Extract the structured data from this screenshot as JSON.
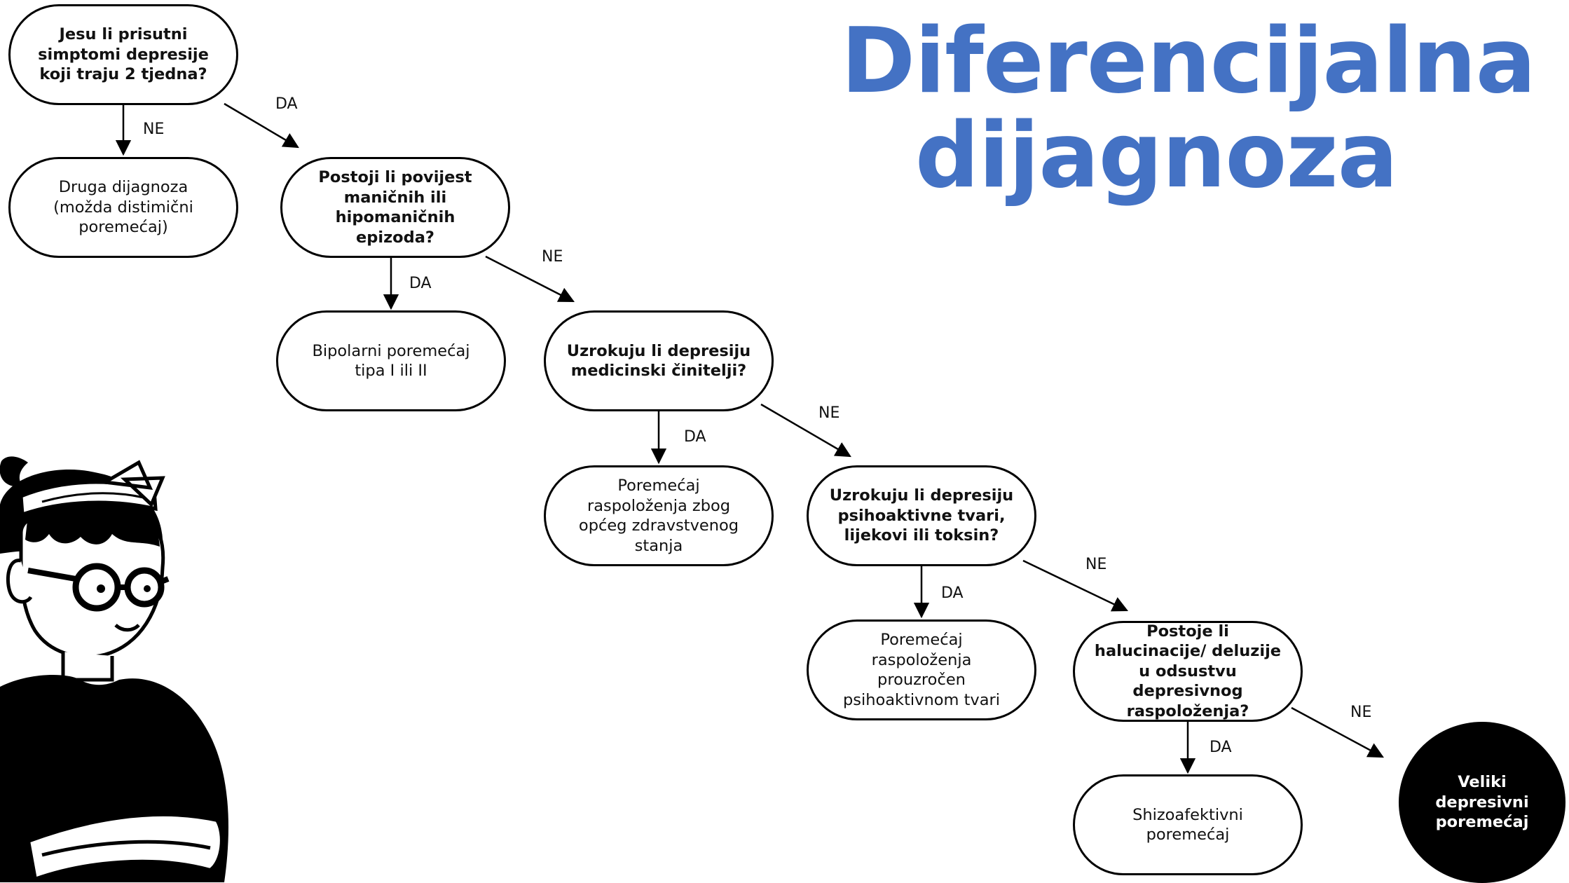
{
  "title": {
    "line1": "Diferencijalna",
    "line2": "dijagnoza"
  },
  "nodes": {
    "q1": [
      "Jesu li prisutni",
      "simptomi depresije",
      "koji traju 2 tjedna?"
    ],
    "r1": [
      "Druga dijagnoza",
      "(možda distimični",
      "poremećaj)"
    ],
    "q2": [
      "Postoji li povijest",
      "maničnih ili",
      "hipomaničnih",
      "epizoda?"
    ],
    "r2": [
      "Bipolarni poremećaj",
      "tipa I ili II"
    ],
    "q3": [
      "Uzrokuju li depresiju",
      "medicinski činitelji?"
    ],
    "r3": [
      "Poremećaj",
      "raspoloženja zbog",
      "općeg zdravstvenog",
      "stanja"
    ],
    "q4": [
      "Uzrokuju li depresiju",
      "psihoaktivne tvari,",
      "lijekovi ili toksin?"
    ],
    "r4": [
      "Poremećaj",
      "raspoloženja",
      "prouzročen",
      "psihoaktivnom tvari"
    ],
    "q5": [
      "Postoje li",
      "halucinacije/ deluzije",
      "u odsustvu",
      "depresivnog",
      "raspoloženja?"
    ],
    "r5": [
      "Shizoafektivni",
      "poremećaj"
    ],
    "final": [
      "Veliki",
      "depresivni",
      "poremećaj"
    ]
  },
  "labels": {
    "l1": "NE",
    "l2": "DA",
    "l3": "DA",
    "l4": "NE",
    "l5": "DA",
    "l6": "NE",
    "l7": "DA",
    "l8": "NE",
    "l9": "DA",
    "l10": "NE"
  },
  "colors": {
    "title": "#4472c4",
    "stroke": "#000000",
    "final_fill": "#000000"
  }
}
